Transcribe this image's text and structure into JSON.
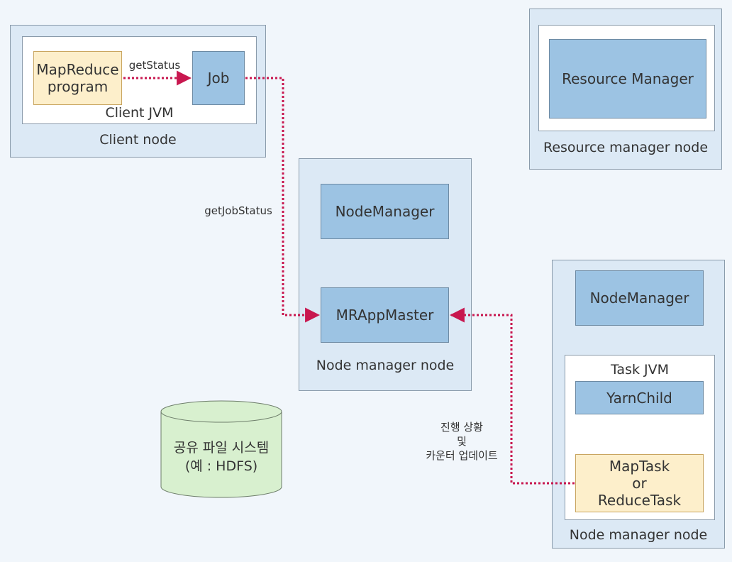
{
  "client_node": {
    "label": "Client node",
    "jvm_label": "Client JVM",
    "program_line1": "MapReduce",
    "program_line2": "program",
    "job": "Job"
  },
  "resource_manager_node": {
    "label": "Resource manager node",
    "component": "Resource Manager"
  },
  "node_manager_node_1": {
    "label": "Node manager node",
    "node_manager": "NodeManager",
    "app_master": "MRAppMaster"
  },
  "node_manager_node_2": {
    "label": "Node manager node",
    "node_manager": "NodeManager",
    "jvm_label": "Task JVM",
    "yarn_child": "YarnChild",
    "task_line1": "MapTask",
    "task_line2": "or",
    "task_line3": "ReduceTask"
  },
  "shared_fs": {
    "line1": "공유 파일 시스템",
    "line2": "(예 : HDFS)"
  },
  "edges": {
    "get_status": "getStatus",
    "get_job_status": "getJobStatus",
    "progress_line1": "진행 상황",
    "progress_line2": "및",
    "progress_line3": "카운터 업데이트"
  },
  "colors": {
    "arrow": "#c8174f",
    "node_bg": "#dce9f5",
    "component": "#9cc3e3",
    "task_component": "#fdefcb",
    "cylinder": "#d8f0cf"
  }
}
